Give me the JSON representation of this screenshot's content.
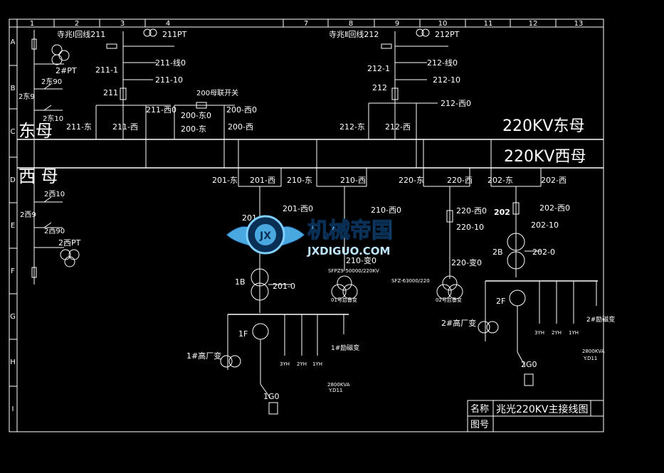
{
  "grid": {
    "columns": [
      "1",
      "2",
      "3",
      "4",
      "7",
      "8",
      "9",
      "10",
      "11",
      "12",
      "13"
    ],
    "rows": [
      "A",
      "B",
      "C",
      "D",
      "E",
      "F",
      "G",
      "H",
      "I"
    ]
  },
  "lines": {
    "line1": {
      "name": "寺兆Ⅰ回线211",
      "pt": "211PT",
      "sw": [
        "211-1",
        "211-线0",
        "211-10",
        "211",
        "211-西0",
        "211-东",
        "211-西"
      ]
    },
    "line2": {
      "name": "寺兆Ⅱ回线212",
      "pt": "212PT",
      "sw": [
        "212-线0",
        "212-1",
        "212-10",
        "212",
        "212-西0",
        "212-东",
        "212-西"
      ]
    }
  },
  "left": {
    "pt_east": "2#PT",
    "east90": "2东90",
    "east9": "2东9",
    "east10": "2东10",
    "west10": "2西10",
    "west9": "2西9",
    "west90": "2西90",
    "pt_west": "2西PT"
  },
  "coupler": {
    "name": "200母联开关",
    "sw": [
      "200-东0",
      "200-西0",
      "200-东",
      "200-西"
    ]
  },
  "buses": {
    "east_left": "东母",
    "west_left": "西 母",
    "east_right": "220KV东母",
    "west_right": "220KV西母"
  },
  "bays": {
    "b201": [
      "201-东",
      "201-西",
      "201-西0",
      "201-0",
      "1B",
      "201"
    ],
    "b210": [
      "210-东",
      "210-西",
      "210-西0",
      "210-变0"
    ],
    "b220": [
      "220-东",
      "220-西",
      "220-西0",
      "220-10",
      "220-变0"
    ],
    "b202": [
      "202-东",
      "202-西",
      "202-西0",
      "202-10",
      "202",
      "2B",
      "202-0"
    ]
  },
  "gens": {
    "g1": "1F",
    "g2": "2F",
    "gs1": "1G0",
    "gs2": "2G0",
    "hf1": "1#高厂变",
    "hf2": "2#高厂变",
    "ex1": "1#励磁变",
    "ex2": "2#励磁变",
    "ex_spec": "2800KVA",
    "ex_conn": "Y.D11",
    "pt1": [
      "3YH",
      "2YH",
      "1YH"
    ],
    "pt2": [
      "3YH",
      "2YH",
      "1YH"
    ]
  },
  "standby": {
    "t1_model": "SFPZ9-50000/220KV",
    "t1_name": "01号启备变",
    "t2_model": "SFZ-63000/220",
    "t2_name": "02号启备变"
  },
  "title_block": {
    "name_label": "名称",
    "name_value": "兆光220KV主接线图",
    "drawing_label": "图号"
  },
  "watermark": {
    "title": "机械帝国",
    "subtitle": "JXDIGUO.COM",
    "emblem": "JX"
  },
  "colors": {
    "background": "#000000",
    "line": "#ffffff",
    "logo": "#4aa8e0"
  }
}
